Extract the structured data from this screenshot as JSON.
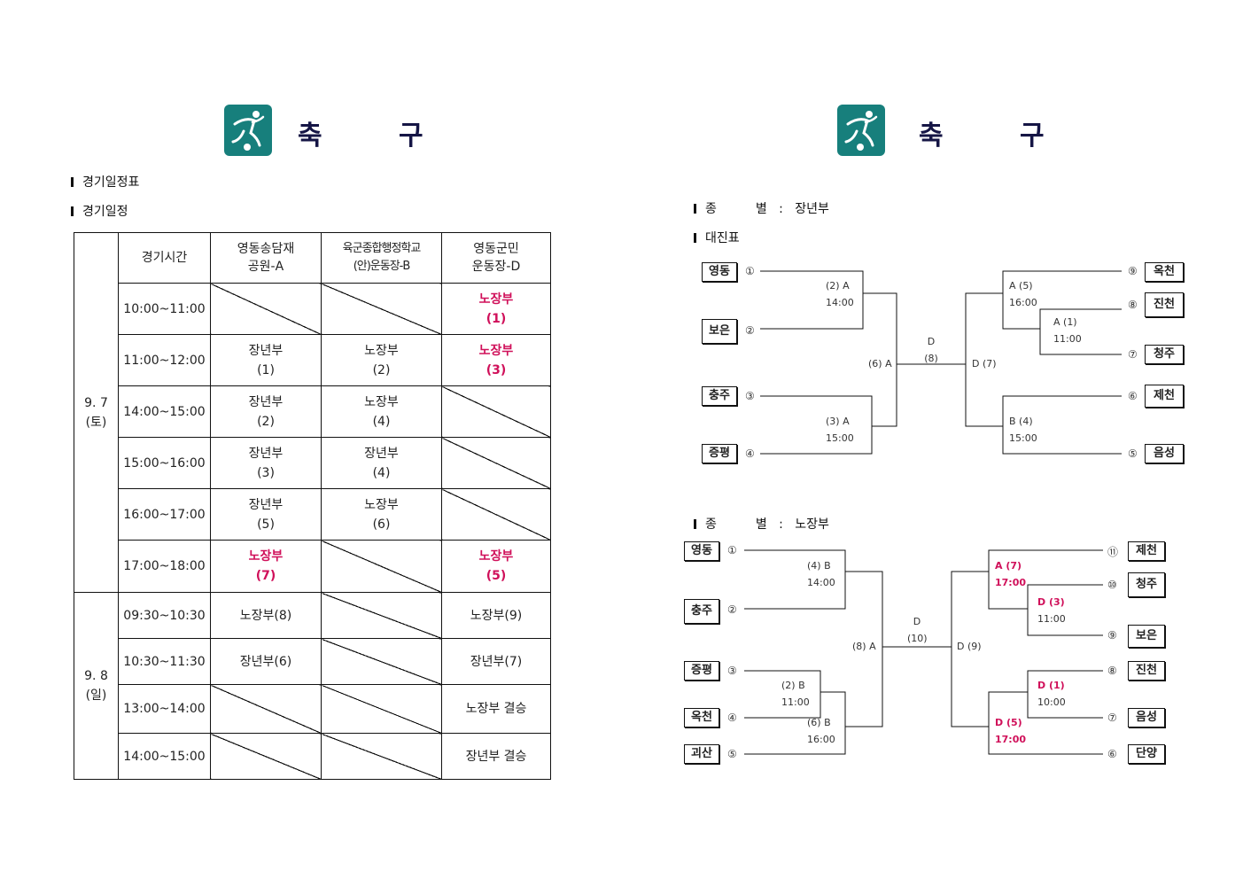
{
  "page_left": {
    "title": "축 구",
    "sections": [
      "경기일정표",
      "경기일정"
    ]
  },
  "schedule": {
    "headers": [
      "경기시간",
      "영동송담재\n공원-A",
      "육군종합행정학교\n(안)운동장-B",
      "영동군민\n운동장-D"
    ],
    "days": [
      {
        "label": "9. 7\n(토)"
      },
      {
        "label": "9. 8\n(일)"
      }
    ],
    "rows": [
      {
        "time": "10:00~11:00",
        "cells": [
          "",
          "",
          "노장부\n(1)"
        ]
      },
      {
        "time": "11:00~12:00",
        "cells": [
          "장년부\n(1)",
          "노장부\n(2)",
          "노장부\n(3)"
        ]
      },
      {
        "time": "14:00~15:00",
        "cells": [
          "장년부\n(2)",
          "노장부\n(4)",
          ""
        ]
      },
      {
        "time": "15:00~16:00",
        "cells": [
          "장년부\n(3)",
          "장년부\n(4)",
          ""
        ]
      },
      {
        "time": "16:00~17:00",
        "cells": [
          "장년부\n(5)",
          "노장부\n(6)",
          ""
        ]
      },
      {
        "time": "17:00~18:00",
        "cells": [
          "노장부\n(7)",
          "",
          "노장부\n(5)"
        ]
      },
      {
        "time": "09:30~10:30",
        "cells": [
          "노장부(8)",
          "",
          "노장부(9)"
        ]
      },
      {
        "time": "10:30~11:30",
        "cells": [
          "장년부(6)",
          "",
          "장년부(7)"
        ]
      },
      {
        "time": "13:00~14:00",
        "cells": [
          "",
          "",
          "노장부 결승"
        ]
      },
      {
        "time": "14:00~15:00",
        "cells": [
          "",
          "",
          "장년부 결승"
        ]
      }
    ]
  },
  "page_right": {
    "title": "축 구",
    "section1_label": "종",
    "section1_label2": "별",
    "section1_sep": ":",
    "section1_value": "장년부",
    "section2": "대진표",
    "section3_label": "종",
    "section3_label2": "별",
    "section3_sep": ":",
    "section3_value": "노장부"
  },
  "bracket_jang": {
    "left_teams": [
      {
        "name": "영동",
        "num": "①"
      },
      {
        "name": "보은",
        "num": "②"
      },
      {
        "name": "충주",
        "num": "③"
      },
      {
        "name": "증평",
        "num": "④"
      }
    ],
    "right_teams": [
      {
        "name": "옥천",
        "num": "⑨"
      },
      {
        "name": "진천",
        "num": "⑧"
      },
      {
        "name": "청주",
        "num": "⑦"
      },
      {
        "name": "제천",
        "num": "⑥"
      },
      {
        "name": "음성",
        "num": "⑤"
      }
    ],
    "labels": [
      {
        "id": "m2",
        "text": "(2) A",
        "time": "14:00"
      },
      {
        "id": "m3",
        "text": "(3) A",
        "time": "15:00"
      },
      {
        "id": "m6",
        "text": "(6) A"
      },
      {
        "id": "final",
        "text": "D",
        "time": "(8)"
      },
      {
        "id": "m7",
        "text": "D (7)"
      },
      {
        "id": "m5",
        "text": "A (5)",
        "time": "16:00"
      },
      {
        "id": "m1",
        "text": "A (1)",
        "time": "11:00"
      },
      {
        "id": "m4",
        "text": "B (4)",
        "time": "15:00"
      }
    ]
  },
  "bracket_nojang": {
    "left_teams": [
      {
        "name": "영동",
        "num": "①"
      },
      {
        "name": "충주",
        "num": "②"
      },
      {
        "name": "증평",
        "num": "③"
      },
      {
        "name": "옥천",
        "num": "④"
      },
      {
        "name": "괴산",
        "num": "⑤"
      }
    ],
    "right_teams": [
      {
        "name": "제천",
        "num": "⑪"
      },
      {
        "name": "청주",
        "num": "⑩"
      },
      {
        "name": "보은",
        "num": "⑨"
      },
      {
        "name": "진천",
        "num": "⑧"
      },
      {
        "name": "음성",
        "num": "⑦"
      },
      {
        "name": "단양",
        "num": "⑥"
      }
    ],
    "labels": [
      {
        "id": "m4",
        "text": "(4) B",
        "time": "14:00"
      },
      {
        "id": "m2",
        "text": "(2) B",
        "time": "11:00"
      },
      {
        "id": "m6",
        "text": "(6) B",
        "time": "16:00"
      },
      {
        "id": "m8",
        "text": "(8) A"
      },
      {
        "id": "final",
        "text": "D",
        "time": "(10)"
      },
      {
        "id": "m9",
        "text": "D (9)"
      },
      {
        "id": "m7",
        "text": "A (7)",
        "time": "17:00"
      },
      {
        "id": "m3",
        "text": "D (3)",
        "time": "11:00"
      },
      {
        "id": "m1",
        "text": "D (1)",
        "time": "10:00"
      },
      {
        "id": "m5",
        "text": "D (5)",
        "time": "17:00"
      }
    ]
  },
  "colors": {
    "accent": "#d0105a",
    "logo": "#177f7c",
    "title": "#151545"
  },
  "icons": [
    "soccer-player-icon"
  ]
}
